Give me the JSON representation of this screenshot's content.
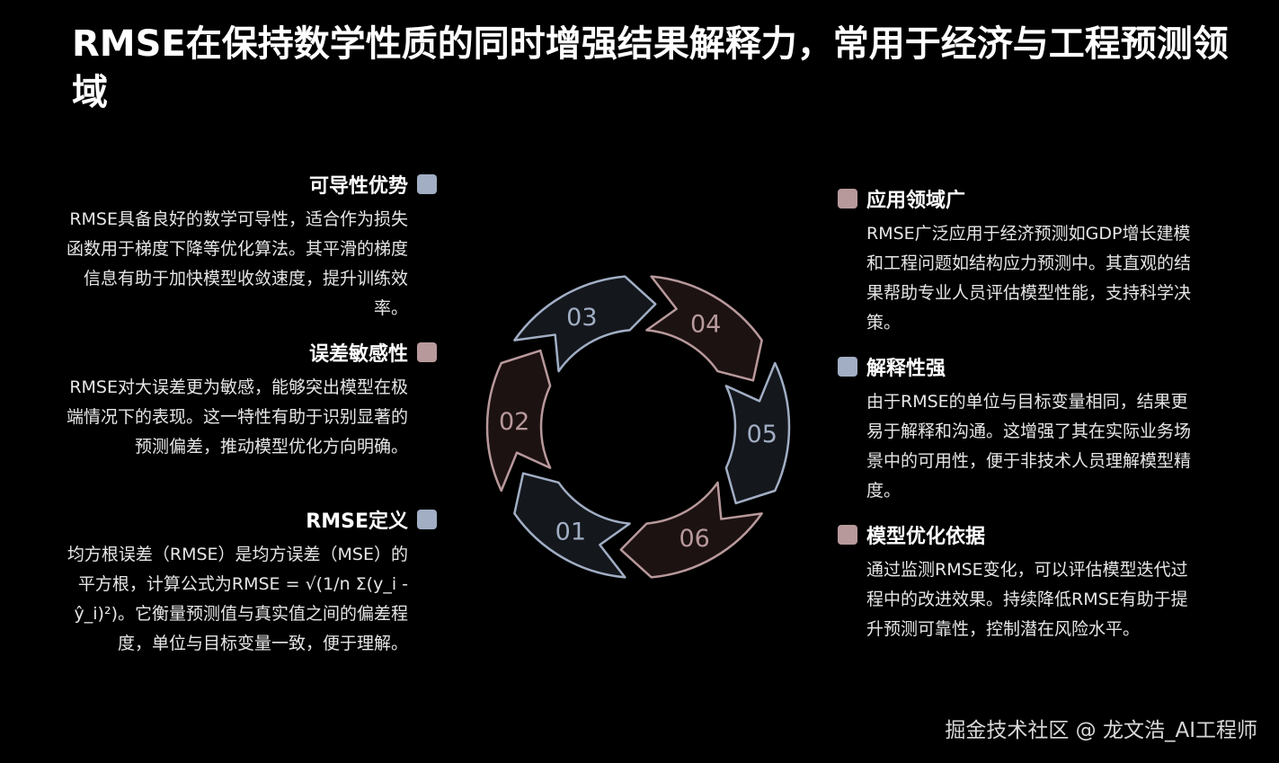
{
  "title": "RMSE在保持数学性质的同时增强结果解释力，常用于经济与工程预测领域",
  "colors": {
    "blue_gray": "#a1aec4",
    "mauve": "#b8999b",
    "background": "#000000"
  },
  "left_blocks": [
    {
      "title": "可导性优势",
      "body": "RMSE具备良好的数学可导性，适合作为损失函数用于梯度下降等优化算法。其平滑的梯度信息有助于加快模型收敛速度，提升训练效率。",
      "marker": "blue_gray"
    },
    {
      "title": "误差敏感性",
      "body": "RMSE对大误差更为敏感，能够突出模型在极端情况下的表现。这一特性有助于识别显著的预测偏差，推动模型优化方向明确。",
      "marker": "mauve"
    },
    {
      "title": "RMSE定义",
      "body": "均方根误差（RMSE）是均方误差（MSE）的平方根，计算公式为RMSE = √(1/n Σ(y_i - ŷ_i)²)。它衡量预测值与真实值之间的偏差程度，单位与目标变量一致，便于理解。",
      "marker": "blue_gray"
    }
  ],
  "right_blocks": [
    {
      "title": "应用领域广",
      "body": "RMSE广泛应用于经济预测如GDP增长建模和工程问题如结构应力预测中。其直观的结果帮助专业人员评估模型性能，支持科学决策。",
      "marker": "mauve"
    },
    {
      "title": "解释性强",
      "body": "由于RMSE的单位与目标变量相同，结果更易于解释和沟通。这增强了其在实际业务场景中的可用性，便于非技术人员理解模型精度。",
      "marker": "blue_gray"
    },
    {
      "title": "模型优化依据",
      "body": "通过监测RMSE变化，可以评估模型迭代过程中的改进效果。持续降低RMSE有助于提升预测可靠性，控制潜在风险水平。",
      "marker": "mauve"
    }
  ],
  "cycle_labels": [
    "01",
    "02",
    "03",
    "04",
    "05",
    "06"
  ],
  "watermark": "掘金技术社区 @ 龙文浩_AI工程师"
}
